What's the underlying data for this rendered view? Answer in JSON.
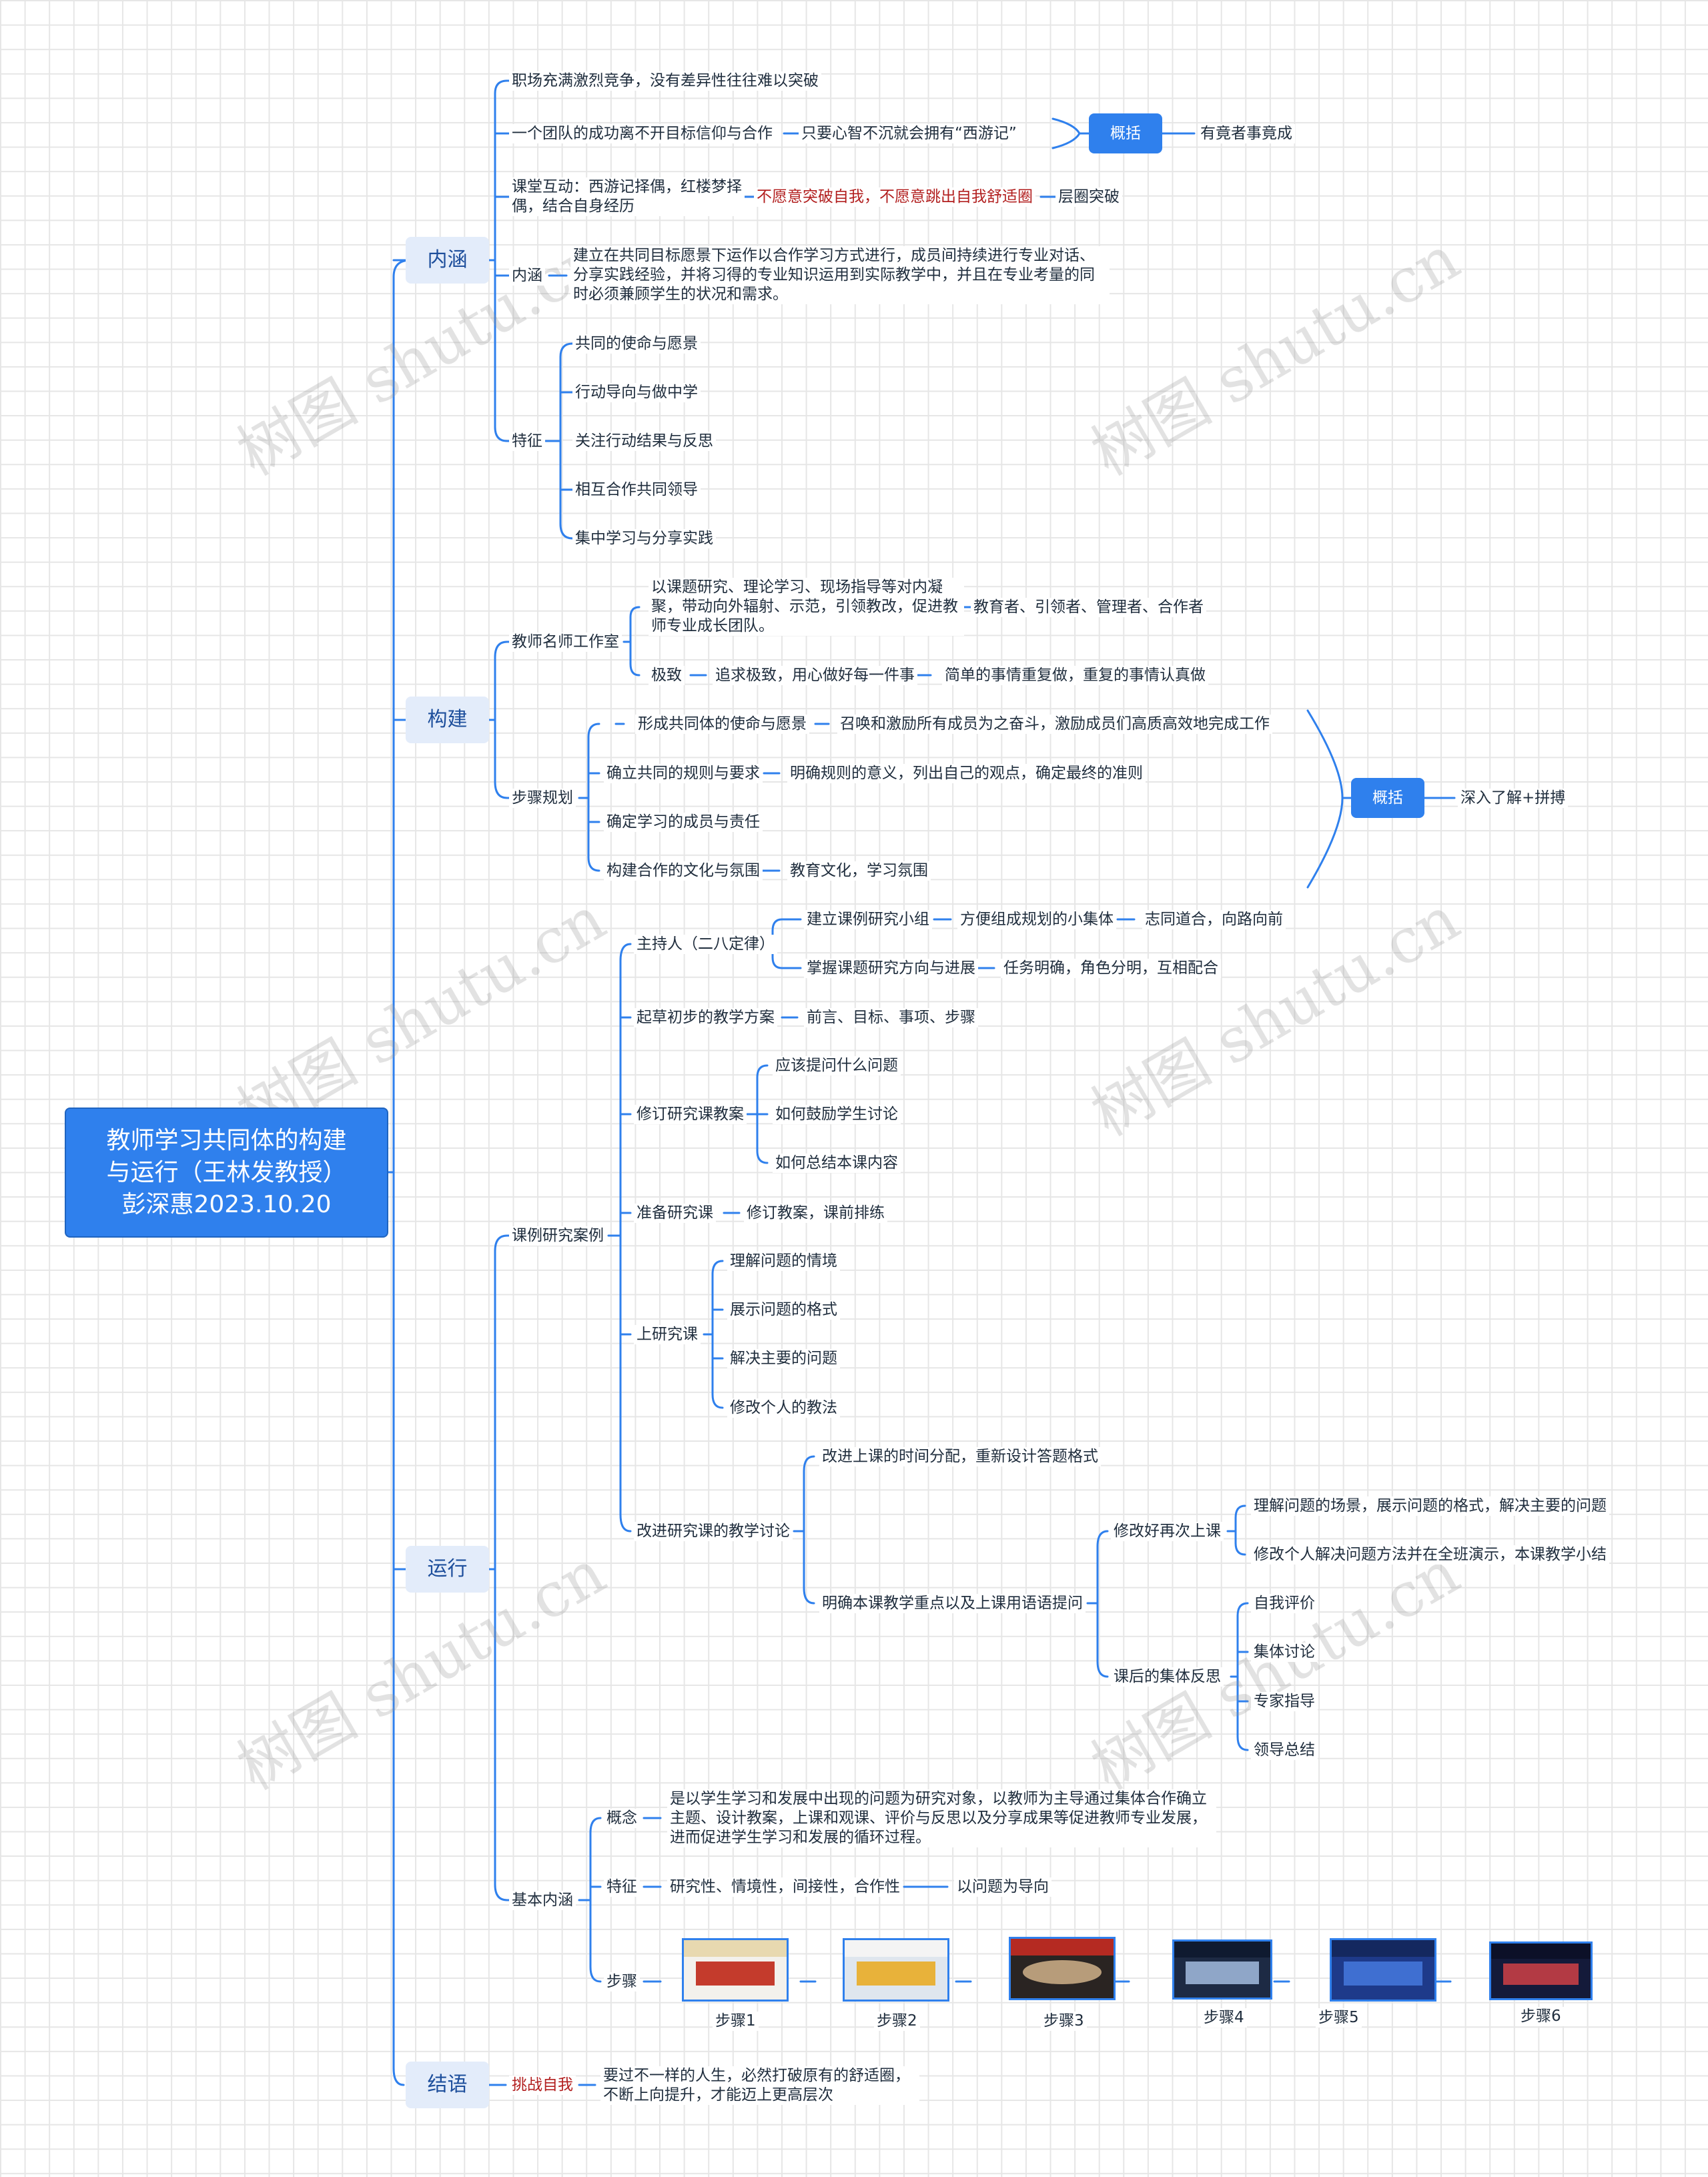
{
  "root": {
    "line1": "教师学习共同体的构建",
    "line2": "与运行（王林发教授）",
    "line3": "彭深惠2023.10.20"
  },
  "branches": {
    "neihan": {
      "label": "内涵",
      "item1": "职场充满激烈竞争，没有差异性往往难以突破",
      "item2": "一个团队的成功离不开目标信仰与合作",
      "item2_child": "只要心智不沉就会拥有“西游记”",
      "summary_label": "概括",
      "summary_text": "有竟者事竟成",
      "item3": "课堂互动：西游记择偶，红楼梦择偶，结合自身经历",
      "item3_child": "不愿意突破自我，不愿意跳出自我舒适圈",
      "item3_grandchild": "层圈突破",
      "item4": "内涵",
      "item4_child": "建立在共同目标愿景下运作以合作学习方式进行，成员间持续进行专业对话、分享实践经验，并将习得的专业知识运用到实际教学中，并且在专业考量的同时必须兼顾学生的状况和需求。",
      "item5": "特征",
      "features": [
        "共同的使命与愿景",
        "行动导向与做中学",
        "关注行动结果与反思",
        "相互合作共同领导",
        "集中学习与分享实践"
      ]
    },
    "goujian": {
      "label": "构建",
      "studio": "教师名师工作室",
      "studio_child1": "以课题研究、理论学习、现场指导等对内凝聚，带动向外辐射、示范，引领教改，促进教师专业成长团队。",
      "studio_child1_roles": "教育者、引领者、管理者、合作者",
      "studio_child2": "极致",
      "studio_child2_a": "追求极致，用心做好每一件事",
      "studio_child2_b": "简单的事情重复做，重复的事情认真做",
      "steps": "步骤规划",
      "step1": "形成共同体的使命与愿景",
      "step1_child": "召唤和激励所有成员为之奋斗，激励成员们高质高效地完成工作",
      "step2": "确立共同的规则与要求",
      "step2_child": "明确规则的意义，列出自己的观点，确定最终的准则",
      "step3": "确定学习的成员与责任",
      "step4": "构建合作的文化与氛围",
      "step4_child": "教育文化，学习氛围",
      "summary_label": "概括",
      "summary_text": "深入了解+拼搏"
    },
    "yunxing": {
      "label": "运行",
      "case": "课例研究案例",
      "host": "主持人（二八定律）",
      "host_a": "建立课例研究小组",
      "host_a1": "方便组成规划的小集体",
      "host_a2": "志同道合，向路向前",
      "host_b": "掌握课题研究方向与进展",
      "host_b1": "任务明确，角色分明，互相配合",
      "draft": "起草初步的教学方案",
      "draft_child": "前言、目标、事项、步骤",
      "revise": "修订研究课教案",
      "revise_items": [
        "应该提问什么问题",
        "如何鼓励学生讨论",
        "如何总结本课内容"
      ],
      "prepare": "准备研究课",
      "prepare_child": "修订教案，课前排练",
      "teach": "上研究课",
      "teach_items": [
        "理解问题的情境",
        "展示问题的格式",
        "解决主要的问题",
        "修改个人的教法"
      ],
      "improve": "改进研究课的教学讨论",
      "improve_a": "改进上课的时间分配，重新设计答题格式",
      "improve_b": "明确本课教学重点以及上课用语语提问",
      "improve_b1": "修改好再次上课",
      "improve_b1_items": [
        "理解问题的场景，展示问题的格式，解决主要的问题",
        "修改个人解决问题方法并在全班演示，本课教学小结"
      ],
      "improve_b2": "课后的集体反思",
      "improve_b2_items": [
        "自我评价",
        "集体讨论",
        "专家指导",
        "领导总结"
      ],
      "basic": "基本内涵",
      "concept": "概念",
      "concept_child": "是以学生学习和发展中出现的问题为研究对象，以教师为主导通过集体合作确立主题、设计教案，上课和观课、评价与反思以及分享成果等促进教师专业发展，进而促进学生学习和发展的循环过程。",
      "feature": "特征",
      "feature_child": "研究性、情境性，间接性，合作性",
      "feature_grandchild": "以问题为导向",
      "stepnode": "步骤",
      "step_labels": [
        "步骤1",
        "步骤2",
        "步骤3",
        "步骤4",
        "步骤5",
        "步骤6"
      ]
    },
    "jieyu": {
      "label": "结语",
      "item": "挑战自我",
      "item_child": "要过不一样的人生，必然打破原有的舒适圈，不断上向提升，才能迈上更高层次"
    }
  },
  "watermark": "树图 shutu.cn",
  "colors": {
    "line": "#2f80ed",
    "accent": "#2f80ed",
    "highlight_text": "#b21f1f",
    "level1_bg": "#e3ecfa"
  }
}
